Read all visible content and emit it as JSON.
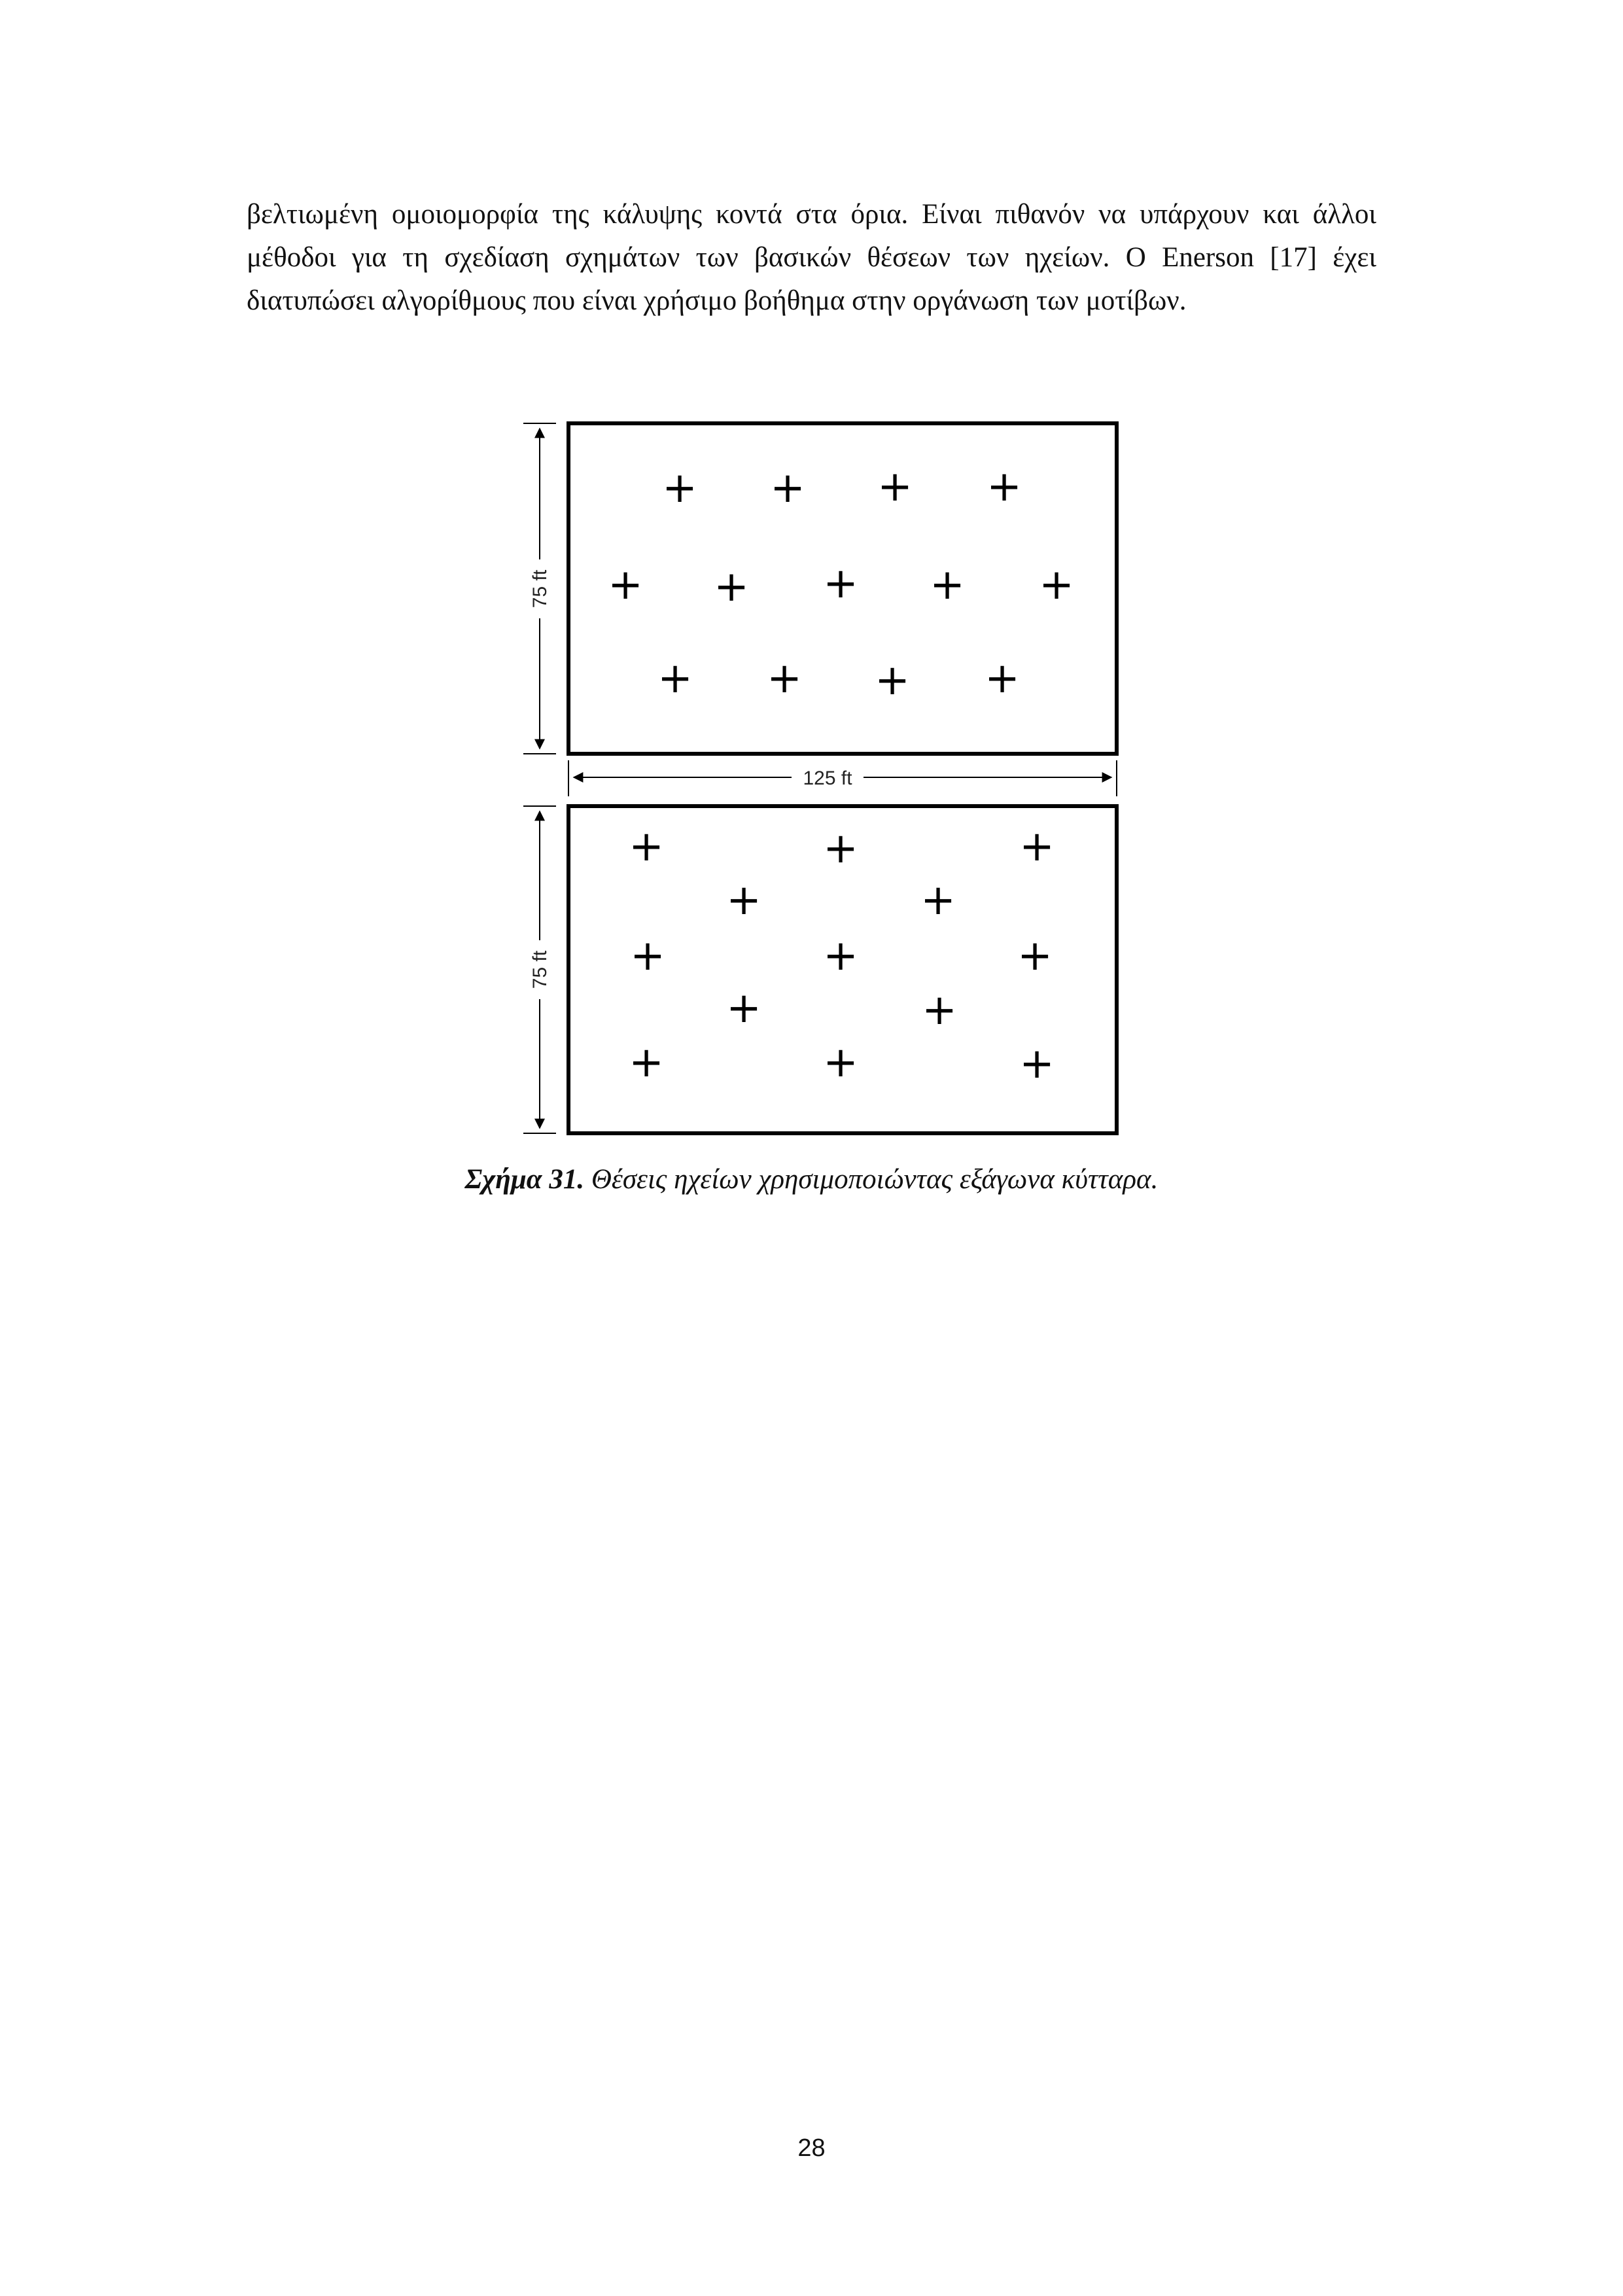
{
  "paragraph": "βελτιωμένη ομοιομορφία της κάλυψης κοντά στα όρια. Είναι πιθανόν να υπάρχουν και άλλοι μέθοδοι για τη σχεδίαση σχημάτων των βασικών θέσεων των ηχείων. Ο Enerson [17] έχει διατυπώσει αλγορίθμους που είναι χρήσιμο βοήθημα στην οργάνωση των μοτίβων.",
  "figure": {
    "top_height_label": "75 ft",
    "width_label": "125 ft",
    "bottom_height_label": "75 ft",
    "marker_symbol": "+",
    "top_rectangle_rows": [
      4,
      5,
      4
    ],
    "bottom_rectangle_rows": [
      3,
      2,
      3,
      2,
      3
    ]
  },
  "caption": {
    "label": "Σχήμα 31.",
    "text": "Θέσεις ηχείων χρησιμοποιώντας εξάγωνα κύτταρα."
  },
  "page_number": "28"
}
